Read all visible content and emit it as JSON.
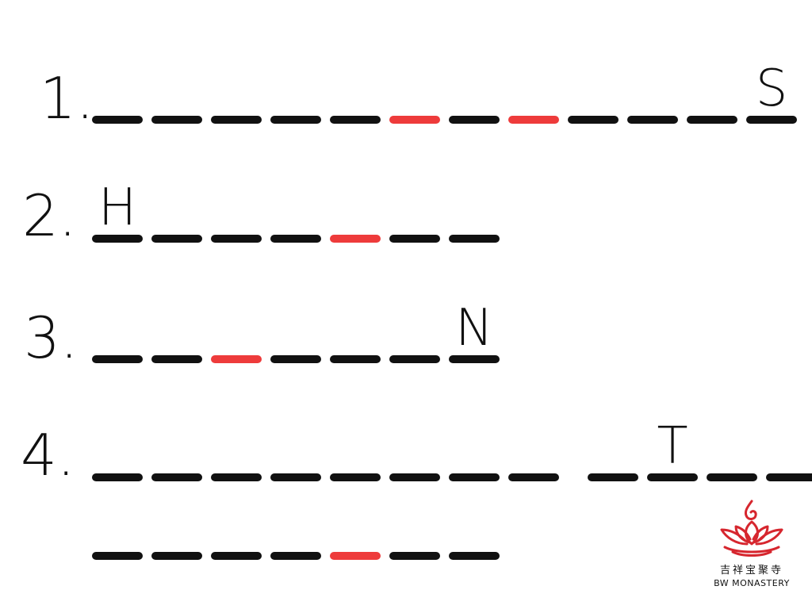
{
  "puzzle": {
    "accent_color": "#ee3b3b",
    "blank_color": "#111111",
    "rows": [
      {
        "label": "1.",
        "slots": [
          "",
          "",
          "",
          "",
          "",
          "*",
          "",
          "*",
          "",
          "",
          "",
          "S"
        ]
      },
      {
        "label": "2.",
        "slots": [
          "H",
          "",
          "",
          "",
          "*",
          "",
          ""
        ]
      },
      {
        "label": "3.",
        "slots": [
          "",
          "",
          "*",
          "",
          "",
          "",
          "N"
        ]
      },
      {
        "label": "4.",
        "slots": [
          "",
          "",
          "",
          "",
          "",
          "",
          "",
          "",
          "",
          "T",
          "",
          ""
        ]
      },
      {
        "label": "",
        "slots": [
          "",
          "",
          "",
          "",
          "*",
          "",
          ""
        ]
      }
    ]
  },
  "logo": {
    "icon": "lotus-icon",
    "chinese_name": "吉祥宝聚寺",
    "english_name": "BW MONASTERY"
  }
}
